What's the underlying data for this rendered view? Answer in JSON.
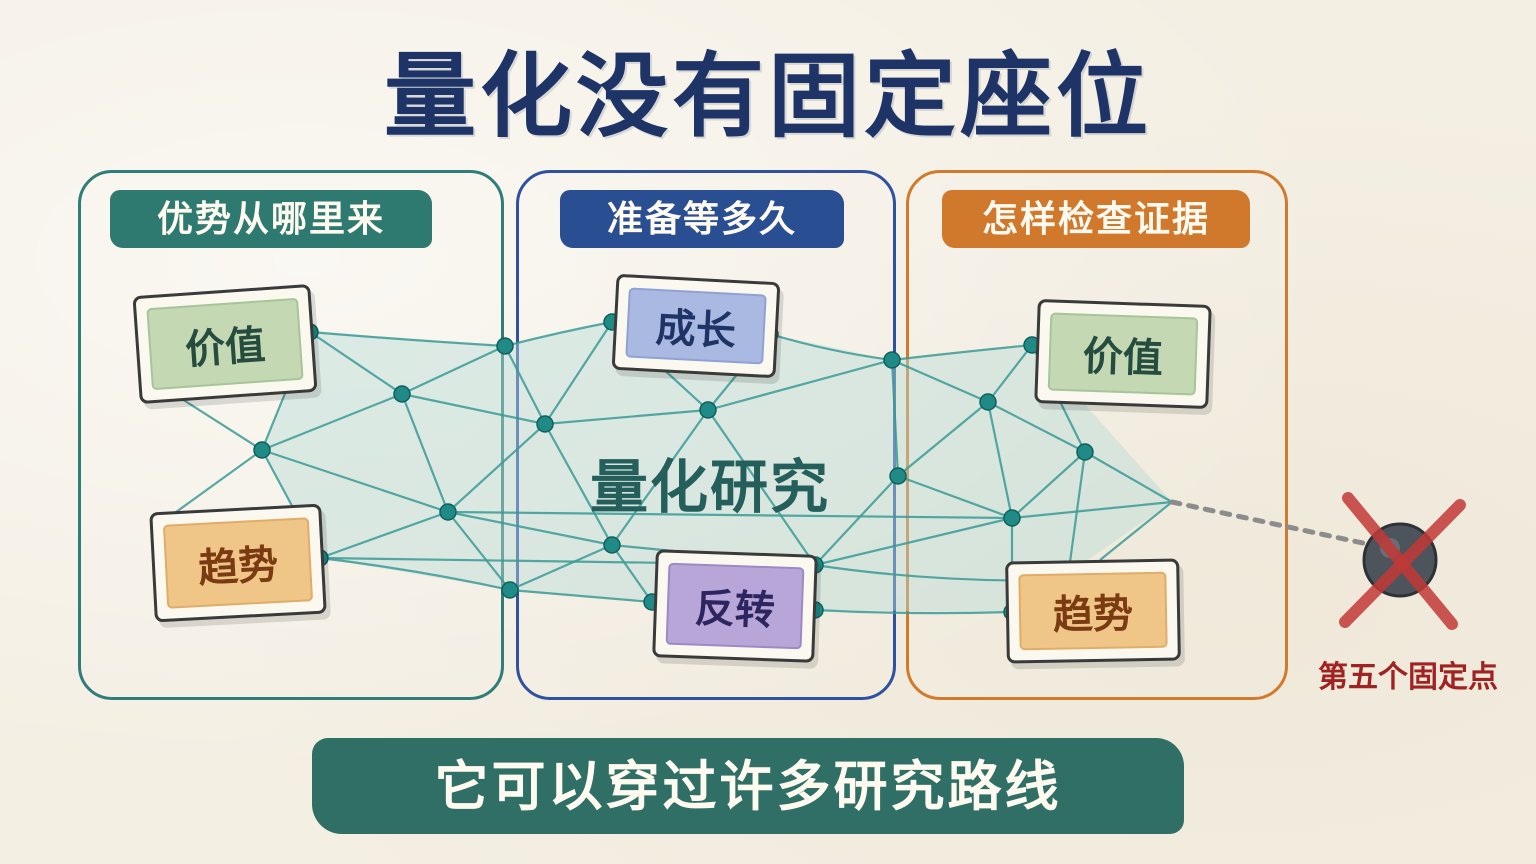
{
  "title": "量化没有固定座位",
  "panels": [
    {
      "label": "优势从哪里来",
      "color": "#2f7a70"
    },
    {
      "label": "准备等多久",
      "color": "#294e92"
    },
    {
      "label": "怎样检查证据",
      "color": "#d0782c"
    }
  ],
  "cards": {
    "left_top": "价值",
    "left_bottom": "趋势",
    "mid_top": "成长",
    "mid_bottom": "反转",
    "right_top": "价值",
    "right_bottom": "趋势"
  },
  "center_label": "量化研究",
  "bottom_banner": "它可以穿过许多研究路线",
  "fifth_point_label": "第五个固定点",
  "colors": {
    "title": "#1f3466",
    "network": "#3a9a95",
    "node": "#1f8a86",
    "cross": "#c23a36"
  }
}
